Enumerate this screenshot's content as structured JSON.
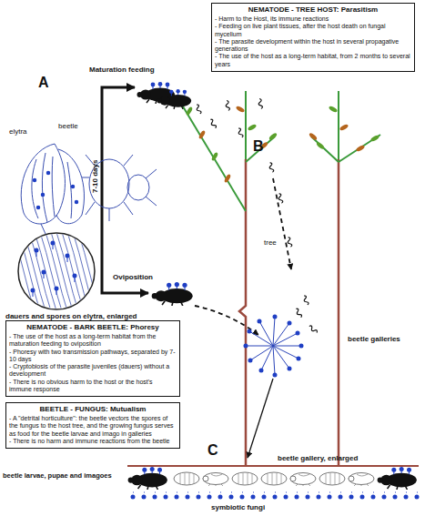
{
  "diagram": {
    "nodes": [
      {
        "text": [
          "NEMATODE - TREE HOST: Parasitism",
          "- Harm to the Host, its immune reactions",
          "- Feeding on live plant tissues, after the host death on fungal mycelium",
          "- The parasite development within the host in several propagative generations",
          "- The use of the host as a long-term habitat, from 2 months to several years"
        ]
      },
      {
        "text": [
          "NEMATODE - BARK BEETLE: Phoresy",
          "- The use of the host as a long-term habitat from the maturation feeding to oviposition",
          "- Phoresy with two transmission pathways, separated by 7-10 days",
          "- Cryptobiosis of the parasite juveniles (dauers) without a development",
          "- There is no obvious harm to the host or the host's immune response"
        ]
      },
      {
        "text": [
          "BEETLE - FUNGUS: Mutualism",
          "- A \"detrital horticulture\": the beetle vectors the spores of the fungus to the host tree, and the growing fungus serves as food for the beetle larvae and imago in galleries",
          "- There is no harm and immune reactions from the beetle"
        ]
      }
    ],
    "labels": [
      "Maturation feeding",
      "A",
      "elytra",
      "beetle",
      "B",
      "tree",
      "7-10 days",
      "dauers and spores on elytra, enlarged",
      "Oviposition",
      "beetle galleries",
      "C",
      "beetle gallery, enlarged",
      "beetle larvae, pupae and imagoes",
      "symbiotic fungi"
    ]
  }
}
